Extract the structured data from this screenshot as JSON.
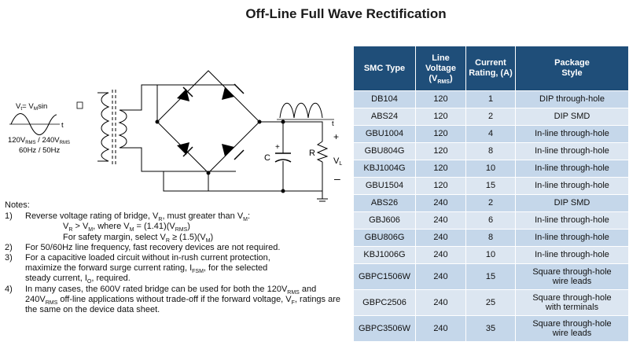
{
  "title": "Off-Line Full Wave Rectification",
  "schematic": {
    "vt_label": "V",
    "vt_sub": "t",
    "vt_eq": "= V",
    "vt_sub2": "M",
    "vt_tail": "sin",
    "axis_t": "t",
    "v_line1_a": "120V",
    "v_line1_sub_a": "RMS",
    "v_line1_b": " / 240V",
    "v_line1_sub_b": "RMS",
    "v_line2": "60Hz / 50Hz",
    "out_t": "t",
    "plus": "+",
    "minus": "–",
    "cap_plus": "+",
    "cap_label": "C",
    "res_label": "R",
    "vl_label": "V",
    "vl_sub": "L"
  },
  "notes": {
    "heading": "Notes:",
    "n1_num": "1)",
    "n1_a": "Reverse voltage rating of bridge, V",
    "n1_sub_a": "R",
    "n1_b": ", must greater than V",
    "n1_sub_b": "M",
    "n1_c": ":",
    "n1_l2_a": "V",
    "n1_l2_sub_a": "R",
    "n1_l2_b": " > V",
    "n1_l2_sub_b": "M",
    "n1_l2_c": ", where V",
    "n1_l2_sub_c": "M",
    "n1_l2_d": " = (1.41)(V",
    "n1_l2_sub_d": "RMS",
    "n1_l2_e": ")",
    "n1_l3_a": "For safety margin, select V",
    "n1_l3_sub_a": "R",
    "n1_l3_b": " ≥ (1.5)(V",
    "n1_l3_sub_b": "M",
    "n1_l3_c": ")",
    "n2_num": "2)",
    "n2": "For 50/60Hz line frequency, fast recovery devices are not required.",
    "n3_num": "3)",
    "n3_a": "For a capacitive loaded circuit without in-rush current protection, maximize the forward surge current rating, I",
    "n3_sub_a": "FSM",
    "n3_b": ", for the selected steady current, I",
    "n3_sub_b": "O",
    "n3_c": ", required.",
    "n4_num": "4)",
    "n4_a": "In many cases, the 600V rated bridge can be used for both the 120V",
    "n4_sub_a": "RMS",
    "n4_b": " and 240V",
    "n4_sub_b": "RMS",
    "n4_c": " off-line applications without trade-off if the forward voltage, V",
    "n4_sub_c": "F",
    "n4_d": ", ratings are the same on the device data sheet."
  },
  "table": {
    "h_type": "SMC Type",
    "h_voltage_a": "Line",
    "h_voltage_b": "Voltage",
    "h_voltage_c": "(V",
    "h_voltage_sub": "RMS",
    "h_voltage_d": ")",
    "h_current_a": "Current",
    "h_current_b": "Rating, (A)",
    "h_pkg_a": "Package",
    "h_pkg_b": "Style",
    "rows": [
      {
        "type": "DB104",
        "voltage": "120",
        "current": "1",
        "pkg": "DIP through-hole"
      },
      {
        "type": "ABS24",
        "voltage": "120",
        "current": "2",
        "pkg": "DIP SMD"
      },
      {
        "type": "GBU1004",
        "voltage": "120",
        "current": "4",
        "pkg": "In-line through-hole"
      },
      {
        "type": "GBU804G",
        "voltage": "120",
        "current": "8",
        "pkg": "In-line through-hole"
      },
      {
        "type": "KBJ1004G",
        "voltage": "120",
        "current": "10",
        "pkg": "In-line through-hole"
      },
      {
        "type": "GBU1504",
        "voltage": "120",
        "current": "15",
        "pkg": "In-line through-hole"
      },
      {
        "type": "ABS26",
        "voltage": "240",
        "current": "2",
        "pkg": "DIP SMD"
      },
      {
        "type": "GBJ606",
        "voltage": "240",
        "current": "6",
        "pkg": "In-line through-hole"
      },
      {
        "type": "GBU806G",
        "voltage": "240",
        "current": "8",
        "pkg": "In-line through-hole"
      },
      {
        "type": "KBJ1006G",
        "voltage": "240",
        "current": "10",
        "pkg": "In-line through-hole"
      },
      {
        "type": "GBPC1506W",
        "voltage": "240",
        "current": "15",
        "pkg_a": "Square through-hole",
        "pkg_b": "wire leads"
      },
      {
        "type": "GBPC2506",
        "voltage": "240",
        "current": "25",
        "pkg_a": "Square through-hole",
        "pkg_b": "with terminals"
      },
      {
        "type": "GBPC3506W",
        "voltage": "240",
        "current": "35",
        "pkg_a": "Square through-hole",
        "pkg_b": "wire leads"
      }
    ]
  }
}
